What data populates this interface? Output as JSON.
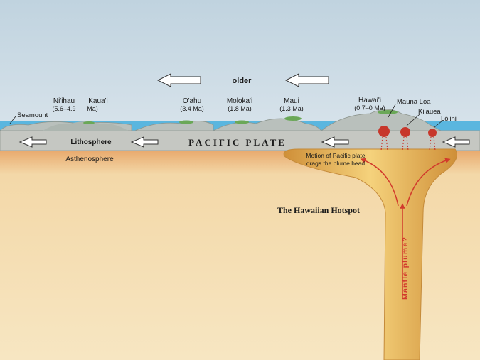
{
  "top_label": "older",
  "islands": [
    {
      "name": "Ni'ihau",
      "age": "(5.6–4.9"
    },
    {
      "name": "Kaua'i",
      "age": "Ma)"
    },
    {
      "name": "O'ahu",
      "age": "(3.4 Ma)"
    },
    {
      "name": "Moloka'i",
      "age": "(1.8 Ma)"
    },
    {
      "name": "Maui",
      "age": "(1.3 Ma)"
    },
    {
      "name": "Hawai'i",
      "age": "(0.7–0 Ma)"
    }
  ],
  "volcanoes": [
    "Mauna Loa",
    "Kilauea",
    "Lō'ihi"
  ],
  "seamount": "Seamount",
  "plate_name": "PACIFIC PLATE",
  "lithosphere": "Lithosphere",
  "asthenosphere": "Asthenosphere",
  "motion_note": [
    "Motion of Pacific plate",
    "drags the plume head"
  ],
  "hotspot": "The Hawaiian Hotspot",
  "plume_question": "Mantle plume?",
  "colors": {
    "sky": "#c9d8e2",
    "ocean": "#59b7e0",
    "plate": "#c7c9c4",
    "mantle": "#f2ddb0",
    "plume": "#e5b35a",
    "arrow_red": "#d23a2c",
    "lava": "#c7372b"
  }
}
